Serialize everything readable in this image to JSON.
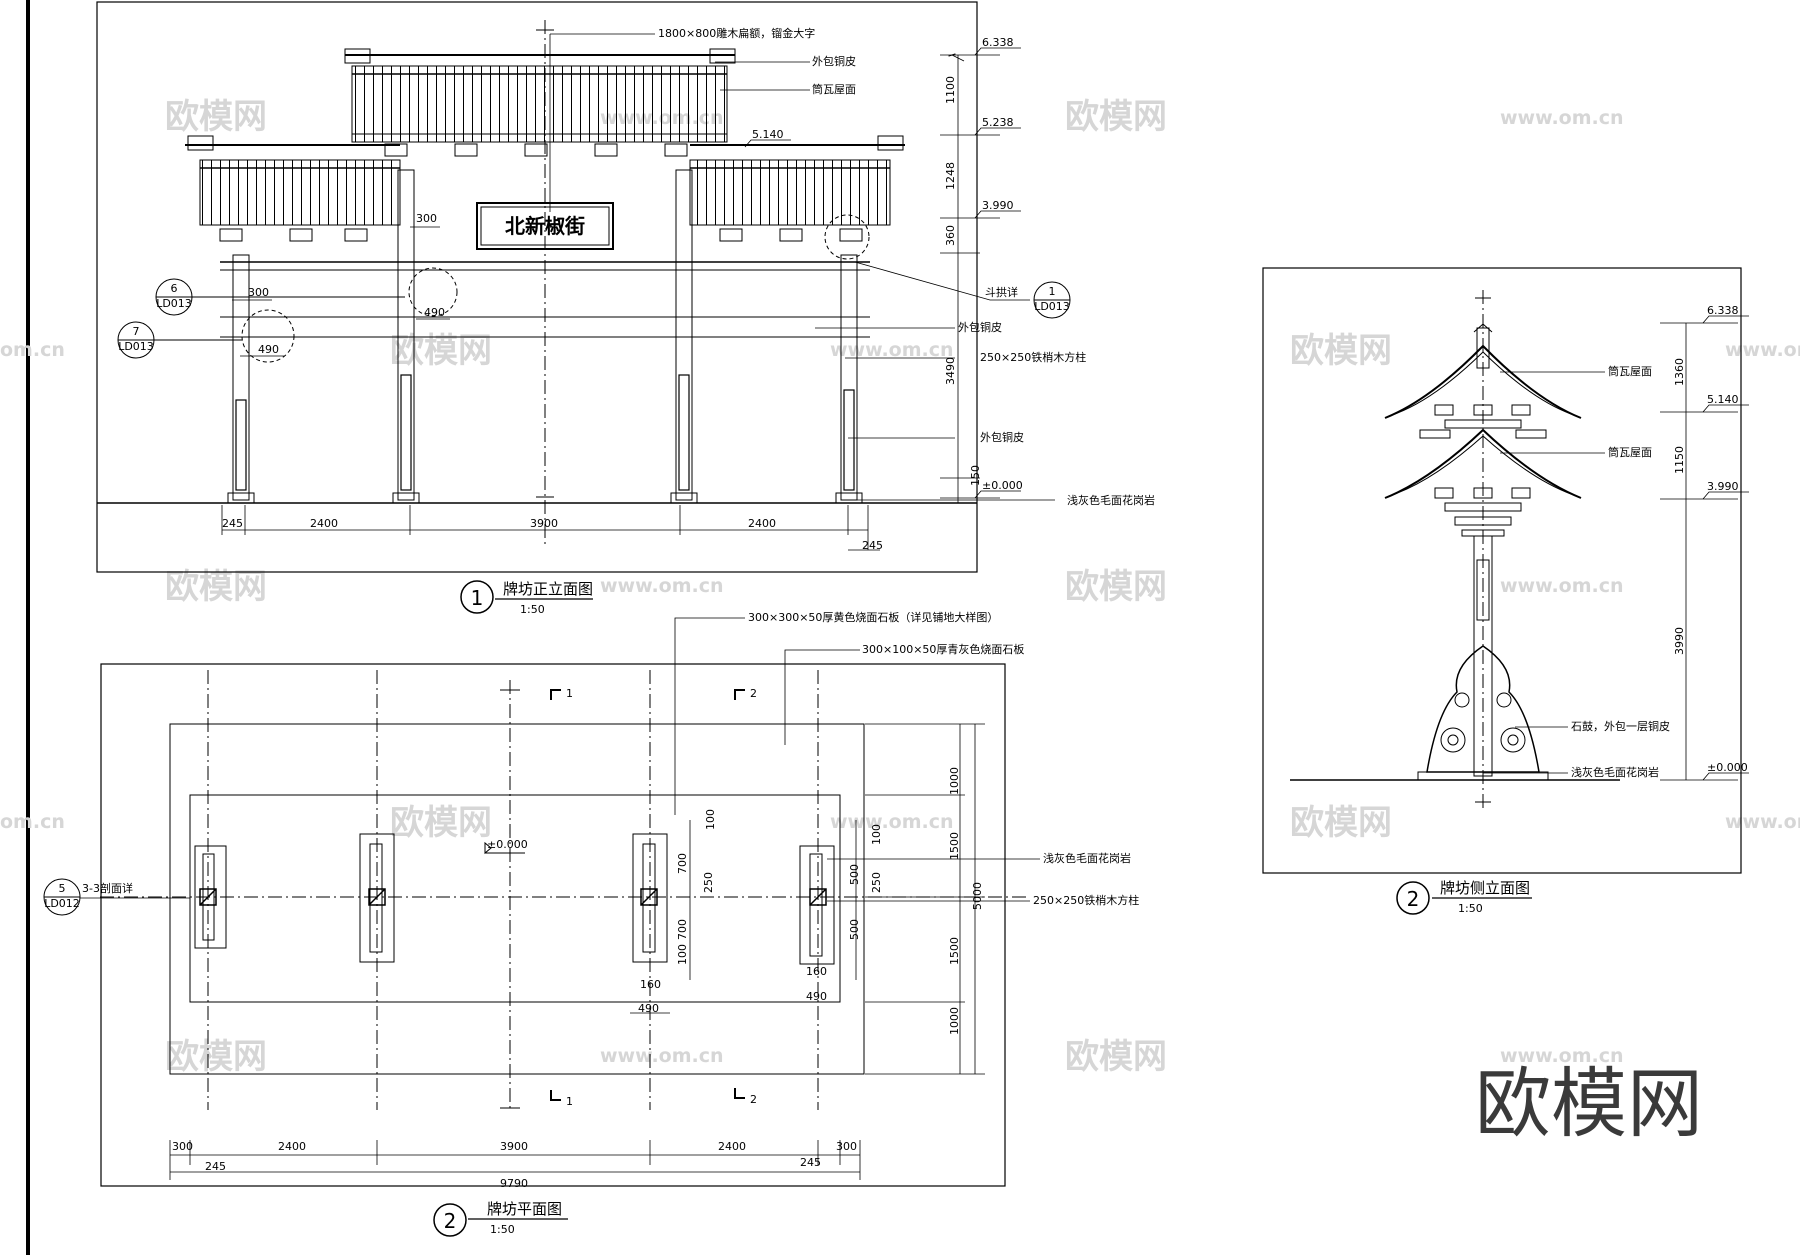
{
  "watermarks": {
    "site_cn": "欧模网",
    "site_url": "www.om.cn",
    "edge_url": "om.cn",
    "brand_big": "欧模网"
  },
  "front_elevation": {
    "title": "牌坊正立面图",
    "index": "1",
    "scale": "1:50",
    "sign_text": "北新椒街",
    "callouts": {
      "plaque": "1800×800雕木扁额，镏金大字",
      "copper1": "外包铜皮",
      "roof": "筒瓦屋面",
      "bracket": "斗拱详",
      "copper2": "外包铜皮",
      "column": "250×250铁梢木方柱",
      "copper3": "外包铜皮",
      "granite": "浅灰色毛面花岗岩"
    },
    "levels": {
      "l1": "6.338",
      "l2": "5.238",
      "l3": "5.140",
      "l4": "3.990",
      "l5": "±0.000"
    },
    "vdims": {
      "d1": "1100",
      "d2": "1248",
      "d3": "360",
      "d4": "3490",
      "d5": "150"
    },
    "hdims": {
      "d245a": "245",
      "d2400a": "2400",
      "d3900": "3900",
      "d2400b": "2400",
      "d245b": "245",
      "d300a": "300",
      "d300b": "300",
      "d490a": "490",
      "d490b": "490"
    },
    "refs": {
      "r1_num": "6",
      "r1_sheet": "LD013",
      "r2_num": "7",
      "r2_sheet": "LD013",
      "r3_num": "1",
      "r3_sheet": "LD013"
    }
  },
  "plan": {
    "title": "牌坊平面图",
    "index": "2",
    "scale": "1:50",
    "callouts": {
      "paver1": "300×300×50厚黄色烧面石板（详见铺地大样图）",
      "paver2": "300×100×50厚青灰色烧面石板",
      "granite": "浅灰色毛面花岗岩",
      "column": "250×250铁梢木方柱",
      "section": "3-3剖面详"
    },
    "level": "±0.000",
    "section_marks": {
      "s1": "1",
      "s2": "2"
    },
    "ref": {
      "num": "5",
      "sheet": "LD012"
    },
    "dims": {
      "d300a": "300",
      "d2400a": "2400",
      "d3900": "3900",
      "d2400b": "2400",
      "d300b": "300",
      "d245a": "245",
      "d245b": "245",
      "d9790": "9790",
      "v1000a": "1000",
      "v1500a": "1500",
      "v5000": "5000",
      "v1500b": "1500",
      "v1000b": "1000",
      "i100a": "100",
      "i700a": "700",
      "i250a": "250",
      "i700b": "700",
      "i100b": "100",
      "i160a": "160",
      "i490a": "490",
      "i160b": "160",
      "i490b": "490",
      "r100": "100",
      "r500a": "500",
      "r250": "250",
      "r500b": "500"
    }
  },
  "side_elevation": {
    "title": "牌坊侧立面图",
    "index": "2",
    "scale": "1:50",
    "callouts": {
      "roof1": "筒瓦屋面",
      "roof2": "筒瓦屋面",
      "drum": "石鼓，外包一层铜皮",
      "granite": "浅灰色毛面花岗岩"
    },
    "levels": {
      "l1": "6.338",
      "l2": "5.140",
      "l3": "3.990",
      "l4": "±0.000"
    },
    "vdims": {
      "d1": "1360",
      "d2": "1150",
      "d3": "3990"
    }
  }
}
